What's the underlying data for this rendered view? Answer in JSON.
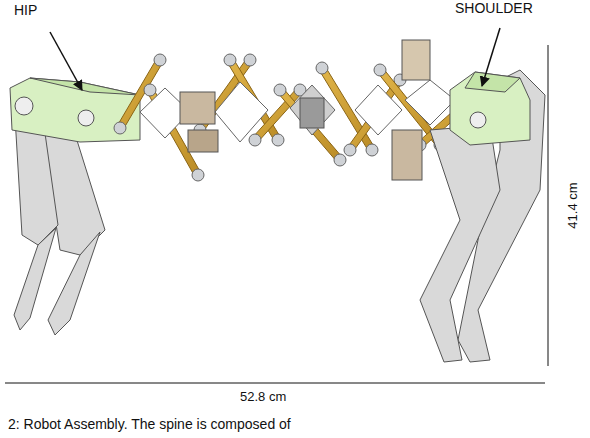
{
  "diagram": {
    "caption": "2: Robot Assembly. The spine is composed of",
    "labels": [
      "HIP",
      "SHOULDER",
      "41.4 cm",
      "52.8 cm"
    ]
  }
}
